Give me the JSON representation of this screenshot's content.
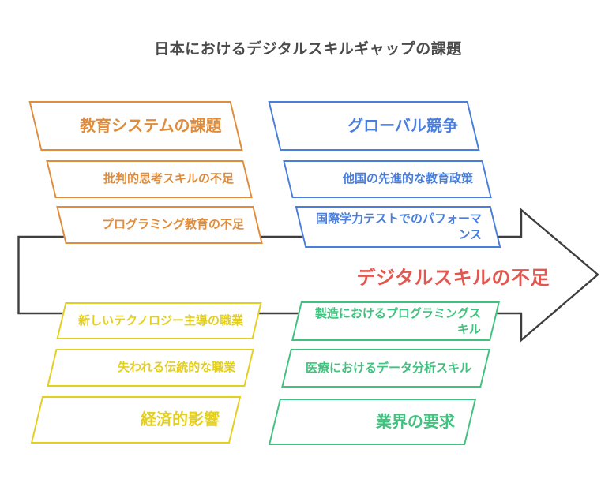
{
  "title": "日本におけるデジタルスキルギャップの課題",
  "center_label": "デジタルスキルの不足",
  "colors": {
    "orange": "#DF8C3C",
    "blue": "#4A7EDD",
    "yellow": "#E3CF20",
    "green": "#41C17F",
    "red": "#E25750",
    "arrow": "#3E3E3E",
    "title": "#4B4B4B"
  },
  "groups": [
    {
      "header": "教育システムの課題",
      "color": "orange",
      "position": "top-left",
      "items": [
        "批判的思考スキルの不足",
        "プログラミング教育の不足"
      ]
    },
    {
      "header": "グローバル競争",
      "color": "blue",
      "position": "top-right",
      "items": [
        "他国の先進的な教育政策",
        "国際学力テストでのパフォーマ\nンス"
      ]
    },
    {
      "header": "経済的影響",
      "color": "yellow",
      "position": "bottom-left",
      "items": [
        "新しいテクノロジー主導の職業",
        "失われる伝統的な職業"
      ]
    },
    {
      "header": "業界の要求",
      "color": "green",
      "position": "bottom-right",
      "items": [
        "製造におけるプログラミングス\nキル",
        "医療におけるデータ分析スキル"
      ]
    }
  ]
}
